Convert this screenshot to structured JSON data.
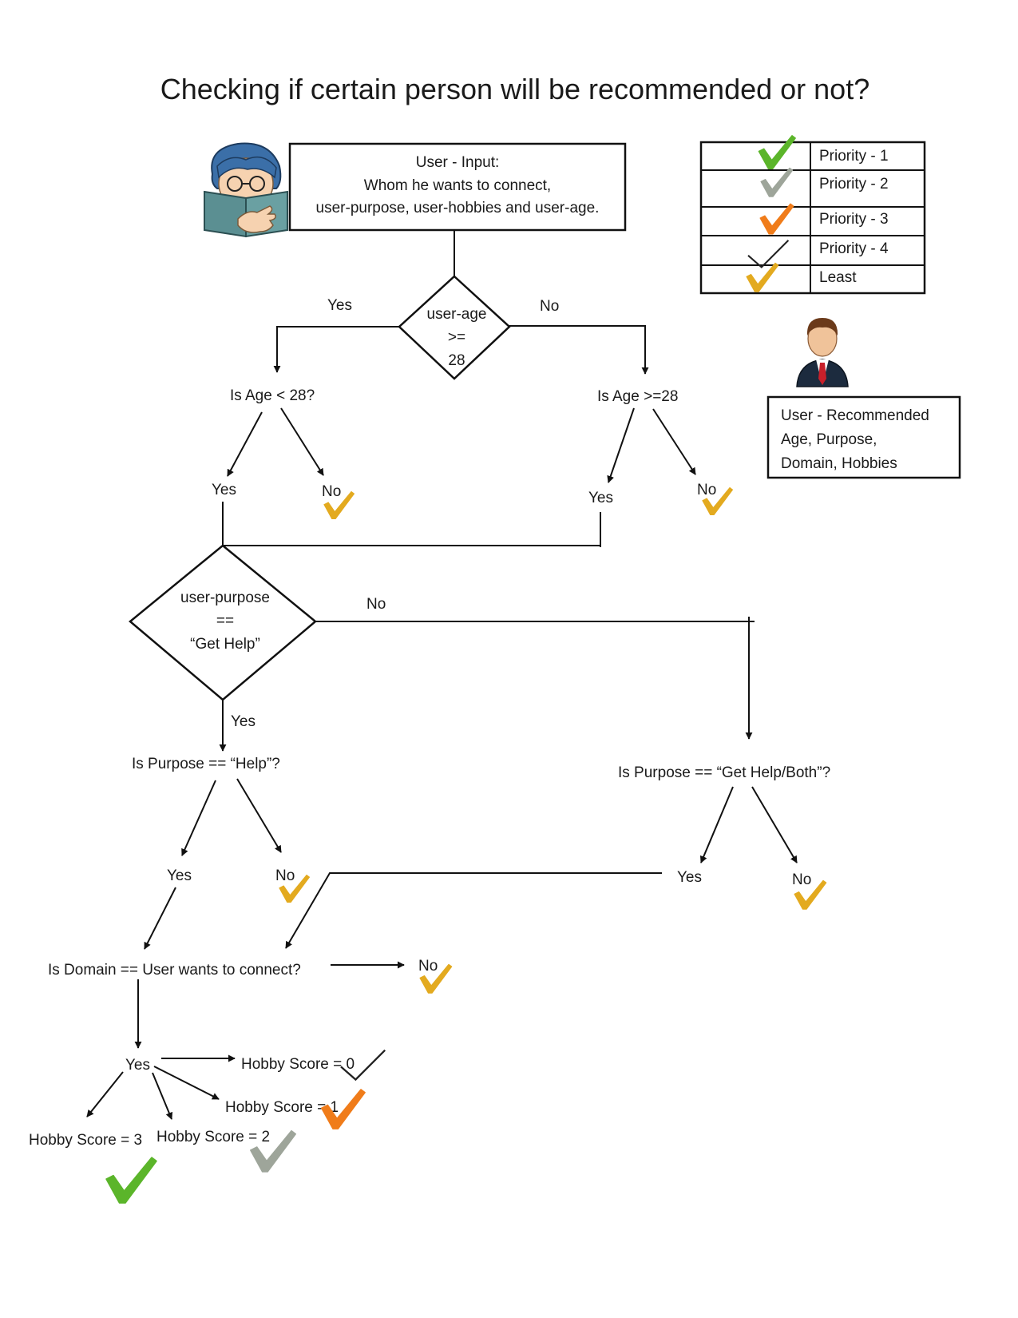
{
  "title": "Checking if certain person will be recommended or not?",
  "colors": {
    "priority_1": "#5bb52a",
    "priority_2": "#9ea59a",
    "priority_3": "#f07c1a",
    "priority_4": "#222222",
    "least": "#e3aa1f"
  },
  "icons": {
    "reader": "reading-boy-icon",
    "recommended": "businessman-avatar-icon",
    "check": "checkmark-icon"
  },
  "input_box": {
    "line1": "User - Input:",
    "line2": "Whom he wants to connect,",
    "line3": "user-purpose, user-hobbies and user-age."
  },
  "legend": [
    {
      "label": "Priority - 1"
    },
    {
      "label": "Priority - 2"
    },
    {
      "label": "Priority - 3"
    },
    {
      "label": "Priority - 4"
    },
    {
      "label": "Least"
    }
  ],
  "recommended_box": {
    "line1": "User - Recommended",
    "line2": "Age, Purpose,",
    "line3": "Domain, Hobbies"
  },
  "decision_age": {
    "line1": "user-age",
    "line2": ">=",
    "line3": "28"
  },
  "decision_purpose": {
    "line1": "user-purpose",
    "line2": "==",
    "line3": "“Get Help”"
  },
  "labels": {
    "yes": "Yes",
    "no": "No",
    "is_age_lt": "Is Age < 28?",
    "is_age_ge": "Is Age >=28",
    "is_purpose_help": "Is Purpose == “Help”?",
    "is_purpose_both": "Is Purpose == “Get Help/Both”?",
    "is_domain": "Is Domain == User wants to connect?",
    "hobby_0": "Hobby Score = 0",
    "hobby_1": "Hobby Score = 1",
    "hobby_2": "Hobby Score = 2",
    "hobby_3": "Hobby Score = 3"
  }
}
